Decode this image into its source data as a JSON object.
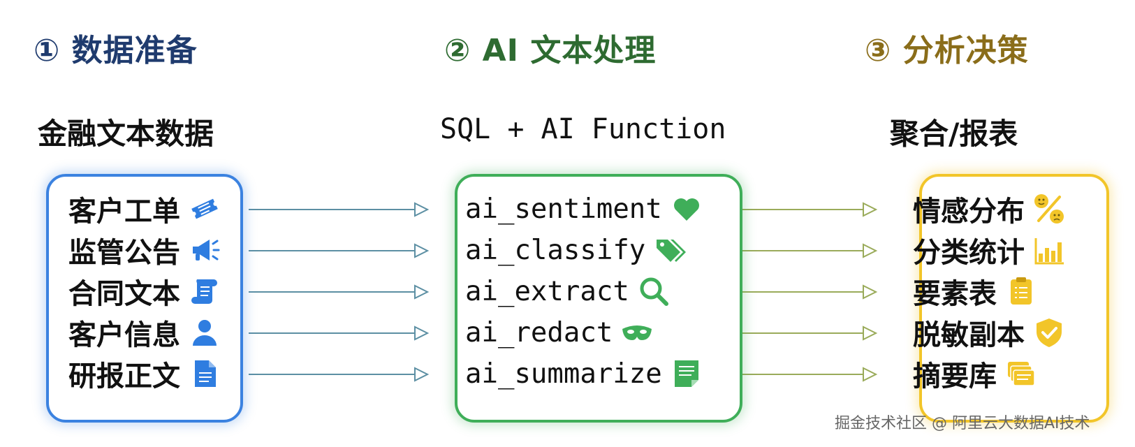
{
  "steps": [
    {
      "title": "① 数据准备",
      "color": "#1f3b6e"
    },
    {
      "title": "② AI 文本处理",
      "color": "#2e6b31"
    },
    {
      "title": "③ 分析决策",
      "color": "#8a6d1a"
    }
  ],
  "columns": [
    {
      "title": "金融文本数据",
      "accent": "#3b82e0",
      "items": [
        {
          "label": "客户工单",
          "icon": "ticket-icon"
        },
        {
          "label": "监管公告",
          "icon": "megaphone-icon"
        },
        {
          "label": "合同文本",
          "icon": "scroll-icon"
        },
        {
          "label": "客户信息",
          "icon": "user-icon"
        },
        {
          "label": "研报正文",
          "icon": "document-icon"
        }
      ]
    },
    {
      "title": "SQL + AI Function",
      "accent": "#3fae59",
      "items": [
        {
          "label": "ai_sentiment",
          "icon": "heart-icon"
        },
        {
          "label": "ai_classify",
          "icon": "tags-icon"
        },
        {
          "label": "ai_extract",
          "icon": "search-icon"
        },
        {
          "label": "ai_redact",
          "icon": "mask-icon"
        },
        {
          "label": "ai_summarize",
          "icon": "note-icon"
        }
      ]
    },
    {
      "title": "聚合/报表",
      "accent": "#f2c529",
      "items": [
        {
          "label": "情感分布",
          "icon": "smiley-percent-icon"
        },
        {
          "label": "分类统计",
          "icon": "bar-chart-icon"
        },
        {
          "label": "要素表",
          "icon": "clipboard-icon"
        },
        {
          "label": "脱敏副本",
          "icon": "shield-check-icon"
        },
        {
          "label": "摘要库",
          "icon": "stack-icon"
        }
      ]
    }
  ],
  "connectors": {
    "left_to_middle_color": "#5c8fa3",
    "middle_to_right_color": "#9aab5a"
  },
  "watermark": "掘金技术社区 @ 阿里云大数据AI技术"
}
